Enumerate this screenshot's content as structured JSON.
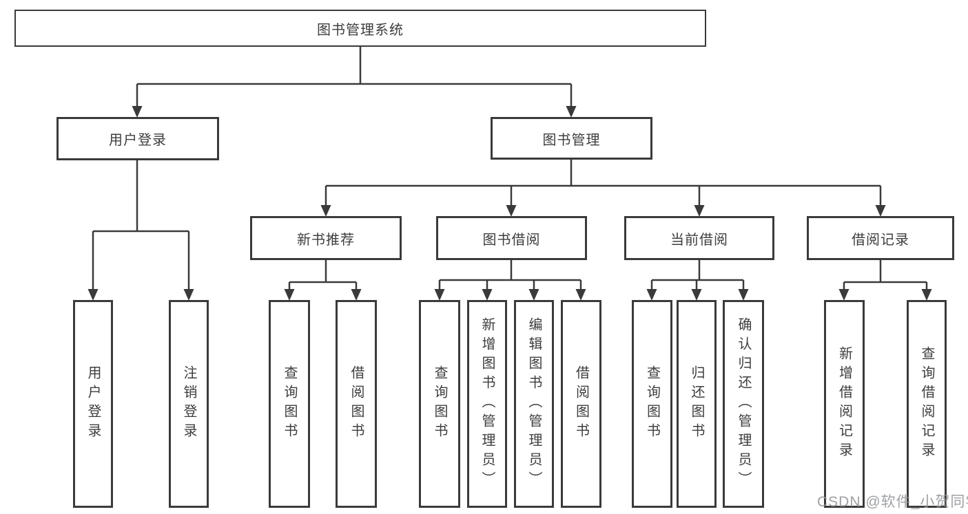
{
  "diagram": {
    "type": "hierarchy-tree",
    "tree": {
      "label": "图书管理系统",
      "children": [
        {
          "label": "用户登录",
          "children": [
            {
              "label": "用户登录"
            },
            {
              "label": "注销登录"
            }
          ]
        },
        {
          "label": "图书管理",
          "children": [
            {
              "label": "新书推荐",
              "children": [
                {
                  "label": "查询图书"
                },
                {
                  "label": "借阅图书"
                }
              ]
            },
            {
              "label": "图书借阅",
              "children": [
                {
                  "label": "查询图书"
                },
                {
                  "label": "新增图书（管理员）"
                },
                {
                  "label": "编辑图书（管理员）"
                },
                {
                  "label": "借阅图书"
                }
              ]
            },
            {
              "label": "当前借阅",
              "children": [
                {
                  "label": "查询图书"
                },
                {
                  "label": "归还图书"
                },
                {
                  "label": "确认归还（管理员）"
                }
              ]
            },
            {
              "label": "借阅记录",
              "children": [
                {
                  "label": "新增借阅记录"
                },
                {
                  "label": "查询借阅记录"
                }
              ]
            }
          ]
        }
      ]
    },
    "watermark": "CSDN @软件_小贺同学",
    "colors": {
      "line": "#3a3a3a",
      "box_border": "#3a3a3a",
      "text": "#3d3d3d",
      "background": "#ffffff",
      "watermark": "#949699"
    }
  }
}
